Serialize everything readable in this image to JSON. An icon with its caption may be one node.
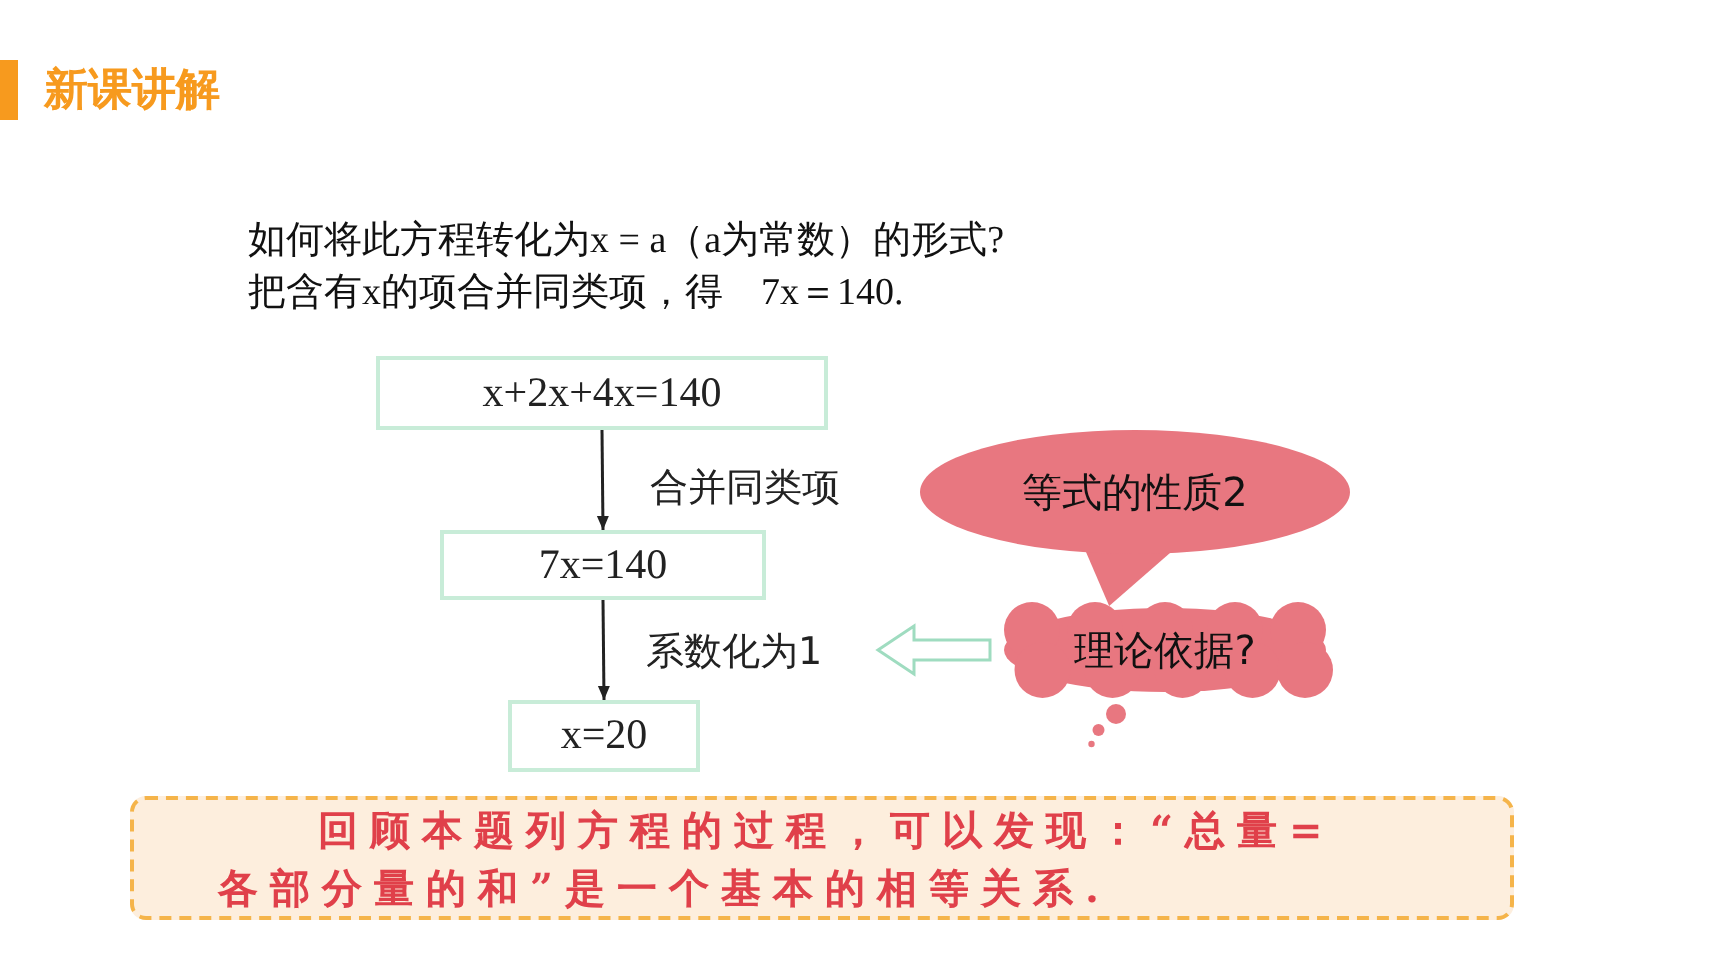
{
  "diagram": {
    "title": "新课讲解",
    "nodes": [
      {
        "text": [
          "x+2x+4x=140"
        ]
      },
      {
        "text": [
          "7x=140"
        ]
      },
      {
        "text": [
          "x=20"
        ]
      },
      {
        "text": [
          "等式的性质2"
        ]
      },
      {
        "text": [
          "理论依据?"
        ]
      },
      {
        "text": [
          "系数化为1"
        ]
      },
      {
        "text": [
          "回顾本题列方程的过程，可以发现：“总量=各部分量的和”是一个基本的相等关系."
        ]
      }
    ],
    "edges": [
      {
        "from": 0,
        "to": 1,
        "arrow": "to",
        "label": "合并同类项"
      },
      {
        "from": 1,
        "to": 2,
        "arrow": "to"
      },
      {
        "from": 4,
        "to": 5,
        "arrow": "to",
        "style": "thick"
      }
    ],
    "labels": [
      "如何将此方程转化为x = a（a为常数）的形式?",
      "把含有x的项合并同类项，得　7x＝140."
    ]
  }
}
